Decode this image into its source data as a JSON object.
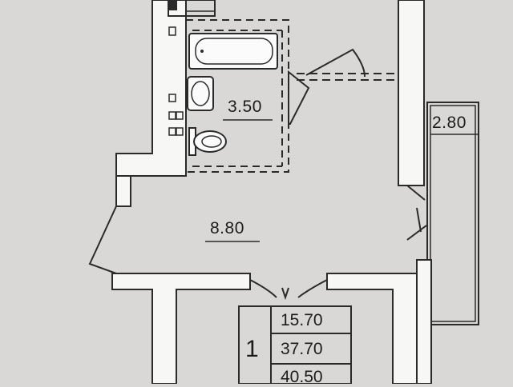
{
  "rooms": {
    "bathroom_area": "3.50",
    "hall_area": "8.80",
    "balcony_area": "2.80"
  },
  "summary": {
    "apartment_number": "1",
    "living_area": "15.70",
    "total_area": "37.70",
    "area_with_balcony": "40.50"
  },
  "colors": {
    "background": "#d9d8d6",
    "wall_fill": "#ffffff",
    "line": "#2a2a2a"
  }
}
